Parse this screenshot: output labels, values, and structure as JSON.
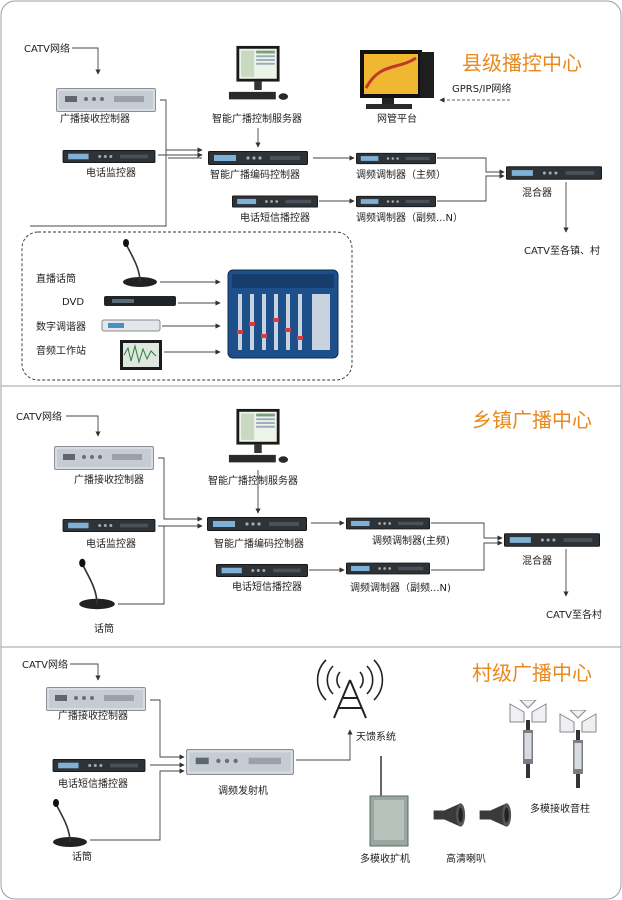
{
  "sections": {
    "county": {
      "title": "县级播控中心",
      "catv_network": "CATV网络",
      "broadcast_receiver": "广播接收控制器",
      "phone_monitor": "电话监控器",
      "control_server": "智能广播控制服务器",
      "network_platform": "网管平台",
      "gprs_ip": "GPRS/IP网络",
      "encoder_controller": "智能广播编码控制器",
      "sms_controller": "电话短信播控器",
      "fm_modulator_main": "调频调制器（主频）",
      "fm_modulator_sub": "调频调制器（副频...N）",
      "mixer": "混合器",
      "output": "CATV至各镇、村",
      "live_mic": "直播话筒",
      "dvd": "DVD",
      "digital_tuner": "数字调谐器",
      "audio_workstation": "音频工作站"
    },
    "town": {
      "title": "乡镇广播中心",
      "catv_network": "CATV网络",
      "broadcast_receiver": "广播接收控制器",
      "phone_monitor": "电话监控器",
      "control_server": "智能广播控制服务器",
      "encoder_controller": "智能广播编码控制器",
      "sms_controller": "电话短信播控器",
      "fm_modulator_main": "调频调制器(主频)",
      "fm_modulator_sub": "调频调制器（副频...N)",
      "mixer": "混合器",
      "output": "CATV至各村",
      "microphone": "话筒"
    },
    "village": {
      "title": "村级广播中心",
      "catv_network": "CATV网络",
      "broadcast_receiver": "广播接收控制器",
      "sms_controller": "电话短信播控器",
      "microphone": "话筒",
      "fm_transmitter": "调频发射机",
      "antenna": "天馈系统",
      "receiver_amp": "多模收扩机",
      "hd_horn": "高清喇叭",
      "sound_column": "多模接收音柱"
    }
  }
}
